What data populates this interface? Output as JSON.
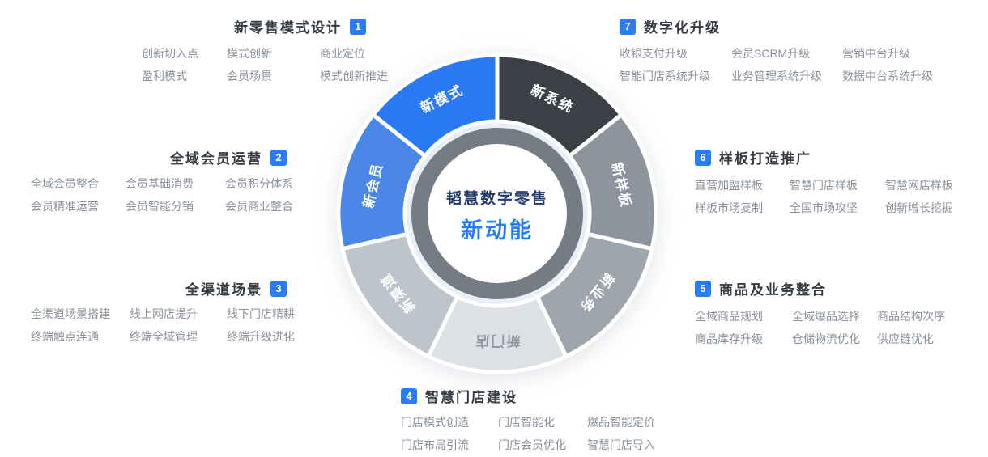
{
  "accent_color": "#2b7cf0",
  "center": {
    "title": "韬慧数字零售",
    "subtitle": "新动能"
  },
  "wheel": {
    "ring_color": "#757c85",
    "halo_color": "#e9eff7",
    "segments": [
      {
        "label": "新系统",
        "color": "#3b4046",
        "text_color": "#ffffff"
      },
      {
        "label": "新样板",
        "color": "#8d949d",
        "text_color": "#ffffff"
      },
      {
        "label": "新业务",
        "color": "#9ea5ad",
        "text_color": "#ffffff"
      },
      {
        "label": "新门店",
        "color": "#dde1e6",
        "text_color": "#8f96a0"
      },
      {
        "label": "新渠道",
        "color": "#bec4cb",
        "text_color": "#ffffff"
      },
      {
        "label": "新会员",
        "color": "#4a87e9",
        "text_color": "#ffffff"
      },
      {
        "label": "新模式",
        "color": "#2979f0",
        "text_color": "#ffffff"
      }
    ]
  },
  "groups": [
    {
      "number": "1",
      "title": "新零售模式设计",
      "items": [
        "创新切入点",
        "模式创新",
        "商业定位",
        "盈利模式",
        "会员场景",
        "模式创新推进"
      ]
    },
    {
      "number": "2",
      "title": "全域会员运营",
      "items": [
        "全域会员整合",
        "会员基础消费",
        "会员积分体系",
        "会员精准运营",
        "会员智能分销",
        "会员商业整合"
      ]
    },
    {
      "number": "3",
      "title": "全渠道场景",
      "items": [
        "全渠道场景搭建",
        "线上网店提升",
        "线下门店精耕",
        "终端触点连通",
        "终端全域管理",
        "终端升级进化"
      ]
    },
    {
      "number": "4",
      "title": "智慧门店建设",
      "items": [
        "门店模式创造",
        "门店智能化",
        "爆品智能定价",
        "门店布局引流",
        "门店会员优化",
        "智慧门店导入"
      ]
    },
    {
      "number": "5",
      "title": "商品及业务整合",
      "items": [
        "全域商品规划",
        "全域爆品选择",
        "商品结构次序",
        "商品库存升级",
        "仓储物流优化",
        "供应链优化"
      ]
    },
    {
      "number": "6",
      "title": "样板打造推广",
      "items": [
        "直营加盟样板",
        "智慧门店样板",
        "智慧网店样板",
        "样板市场复制",
        "全国市场攻坚",
        "创新增长挖掘"
      ]
    },
    {
      "number": "7",
      "title": "数字化升级",
      "items": [
        "收银支付升级",
        "会员SCRM升级",
        "营销中台升级",
        "智能门店系统升级",
        "业务管理系统升级",
        "数据中台系统升级"
      ]
    }
  ]
}
